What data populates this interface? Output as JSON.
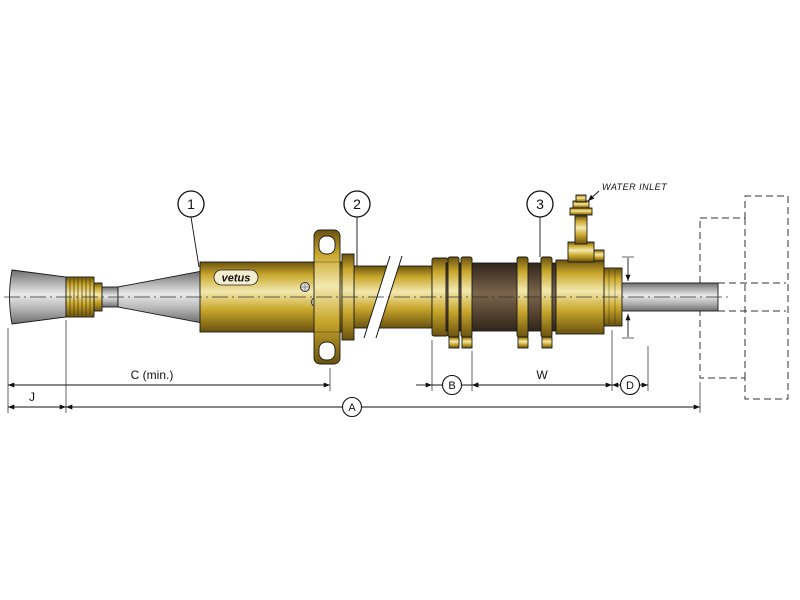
{
  "drawing": {
    "brand_label": "vetus",
    "annotations": {
      "water_inlet": "WATER INLET"
    },
    "callouts": [
      {
        "num": "1"
      },
      {
        "num": "2"
      },
      {
        "num": "3"
      }
    ],
    "dimensions": {
      "c_label": "C (min.)",
      "b_label": "B",
      "w_label": "W",
      "d_label": "D",
      "a_label": "A",
      "j_label": "J"
    },
    "colors": {
      "background": "#ffffff",
      "line": "#1a1a1a",
      "brass_dark": "#6a520f",
      "brass_mid": "#c9a72c",
      "brass_light": "#f3e8ae",
      "steel_dark": "#6e6e6e",
      "steel_mid": "#b5b5b5",
      "steel_light": "#e9e9e9",
      "rubber_dark": "#30241a",
      "rubber_mid": "#7c654c"
    }
  }
}
